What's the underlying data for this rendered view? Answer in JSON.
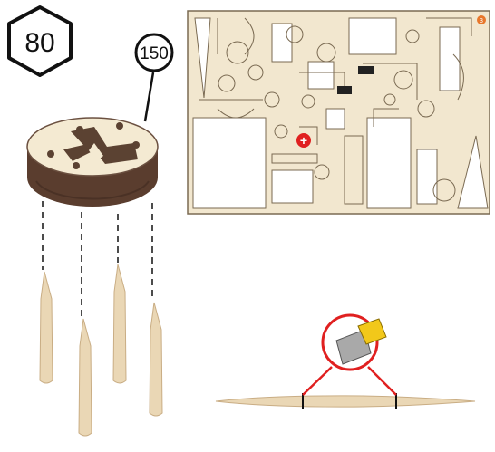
{
  "step": {
    "number": "80"
  },
  "part_callout": {
    "number": "150"
  },
  "sheet": {
    "marker_symbol": "+",
    "corner_badge": "3",
    "colors": {
      "board": "#f2e7cf",
      "line": "#7a6a52",
      "marker": "#e02020"
    }
  },
  "base_disc": {
    "colors": {
      "top": "#f4ead2",
      "side": "#5a3d2e",
      "holes": "#5b4232"
    }
  },
  "stakes": {
    "count": 4,
    "color": "#ead7b5"
  },
  "tool_detail": {
    "colors": {
      "circle": "#e02020",
      "blade": "#a9a9a9",
      "handle": "#f2c81a"
    }
  }
}
